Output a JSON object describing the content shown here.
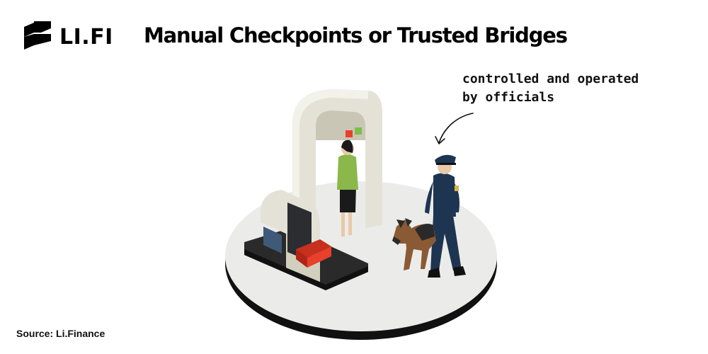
{
  "brand": {
    "logo_text": "LI.FI",
    "logo_icon": "lifi-logo-icon"
  },
  "title": "Manual Checkpoints or Trusted Bridges",
  "annotation": {
    "line1": "controlled and operated",
    "line2": "by officials"
  },
  "source": "Source: Li.Finance",
  "illustration": {
    "subject": "security checkpoint",
    "elements": [
      "walk-through-metal-detector",
      "x-ray-baggage-scanner",
      "red-suitcase",
      "traveler",
      "police-officer",
      "police-dog",
      "arrow"
    ]
  },
  "colors": {
    "platform": "#e9e9e7",
    "platform_edge": "#111111",
    "machine": "#e4e2d6",
    "luggage": "#e8402a",
    "uniform": "#1e3552",
    "jacket": "#8ab84a"
  }
}
